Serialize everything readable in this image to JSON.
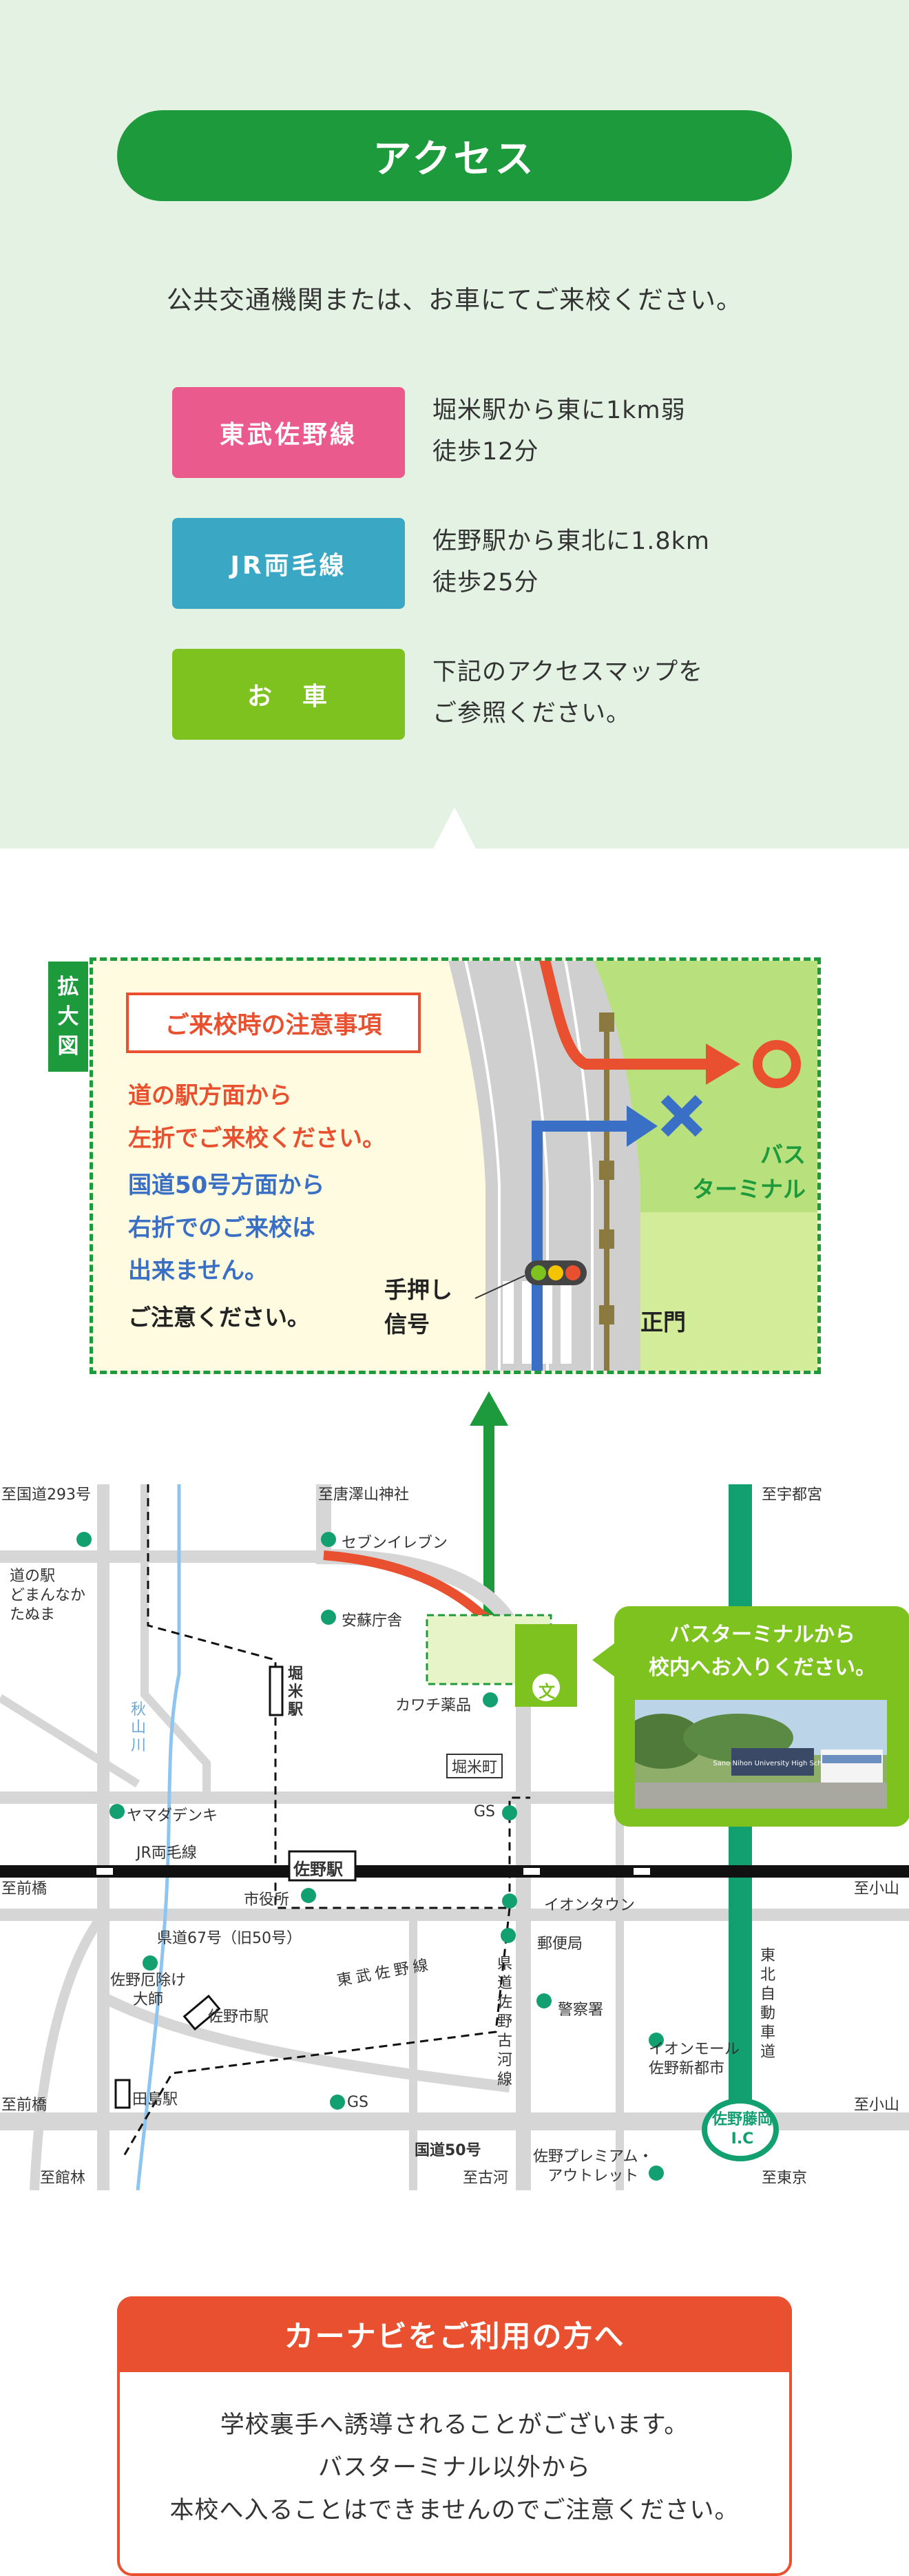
{
  "access": {
    "title": "アクセス",
    "intro": "公共交通機関または、お車にてご来校ください。",
    "routes": [
      {
        "tag": "東武佐野線",
        "color": "#ea5a8c",
        "lines": [
          "堀米駅から東に1km弱",
          "徒歩12分"
        ]
      },
      {
        "tag": "JR両毛線",
        "color": "#3aa8c5",
        "lines": [
          "佐野駅から東北に1.8km",
          "徒歩25分"
        ]
      },
      {
        "tag": "お　車",
        "color": "#7dc21e",
        "lines": [
          "下記のアクセスマップを",
          "ご参照ください。"
        ]
      }
    ]
  },
  "zoom": {
    "tag": [
      "拡",
      "大",
      "図"
    ],
    "notice_title": "ご来校時の注意事項",
    "red_lines": [
      "道の駅方面から",
      "左折でご来校ください。"
    ],
    "blue_lines": [
      "国道50号方面から",
      "右折でのご来校は",
      "出来ません。"
    ],
    "black_line": "ご注意ください。",
    "signal_lines": [
      "手押し",
      "信号"
    ],
    "bus_terminal_lines": [
      "バス",
      "ターミナル"
    ],
    "main_gate": "正門",
    "colors": {
      "red": "#e9502f",
      "blue": "#3a6fc6",
      "green": "#1d9a3c",
      "signal": [
        "#7dc21e",
        "#f5c400",
        "#e9502f"
      ]
    }
  },
  "map": {
    "labels": {
      "to_route293": "至国道293号",
      "to_karasawa": "至唐澤山神社",
      "to_utsunomiya": "至宇都宮",
      "michinoeki": [
        "道の駅",
        "どまんなか",
        "たぬま"
      ],
      "seven": "セブンイレブン",
      "ando": "安蘇庁舎",
      "akiyamagawa": [
        "秋",
        "山",
        "川"
      ],
      "horigome_st": [
        "堀",
        "米",
        "駅"
      ],
      "kawachi": "カワチ薬品",
      "horigome_town": "堀米町",
      "yamada": "ヤマダデンキ",
      "gs1": "GS",
      "jr_ryomo": "JR両毛線",
      "sano_st": "佐野駅",
      "to_maebashi1": "至前橋",
      "to_oyama1": "至小山",
      "shiyakusho": "市役所",
      "aeon_town": "イオンタウン",
      "kendo67": "県道67号（旧50号）",
      "yubinkyoku": "郵便局",
      "yakuyoke": [
        "佐野厄除け",
        "大師"
      ],
      "tobu_sano_line": "東武佐野線",
      "sano_shi_st": "佐野市駅",
      "kendo_sano_koga": [
        "県",
        "道",
        "佐",
        "野",
        "古",
        "河",
        "線"
      ],
      "keisatsu": "警察署",
      "tohoku_exp": [
        "東",
        "北",
        "自",
        "動",
        "車",
        "道"
      ],
      "aeon_mall": [
        "イオンモール",
        "佐野新都市"
      ],
      "tajima_st": "田島駅",
      "to_maebashi2": "至前橋",
      "gs2": "GS",
      "to_oyama2": "至小山",
      "sano_fujioka": [
        "佐野藤岡",
        "I.C"
      ],
      "kokudo50": "国道50号",
      "to_tatebayashi": "至館林",
      "to_koga": "至古河",
      "outlet": [
        "佐野プレミアム・",
        "アウトレット"
      ],
      "to_tokyo": "至東京",
      "school_mark": "文"
    },
    "bubble_lines": [
      "バスターミナルから",
      "校内へお入りください。"
    ],
    "photo_sign": "Sano Nihon University High School",
    "colors": {
      "road": "#d6d6d6",
      "river": "#8ec5f0",
      "expressway": "#12a070",
      "spot": "#13a070"
    }
  },
  "navi": {
    "title": "カーナビをご利用の方へ",
    "lines": [
      "学校裏手へ誘導されることがございます。",
      "バスターミナル以外から",
      "本校へ入ることはできませんのでご注意ください。"
    ]
  }
}
